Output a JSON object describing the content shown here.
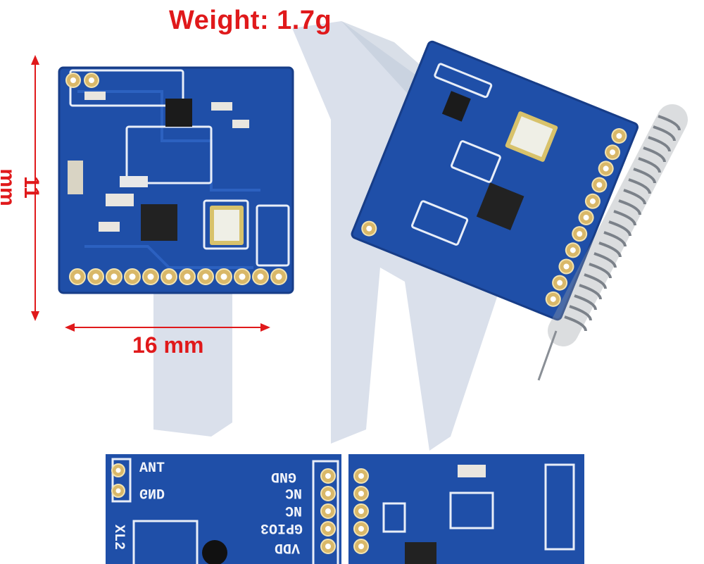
{
  "labels": {
    "weight": "Weight: 1.7g",
    "width": "16 mm",
    "height": "11 mm"
  },
  "pin_labels": {
    "left_top": [
      "ANT",
      "GND"
    ],
    "left_right": [
      "GND",
      "NC",
      "NC",
      "GPIO3",
      "VDD"
    ],
    "left_side_partial": "XL2"
  },
  "colors": {
    "pcb_blue": "#1f4fa8",
    "pcb_dark": "#173d88",
    "gold": "#d9b869",
    "dimension_red": "#e0191b",
    "watermark": "#cdd6e4"
  }
}
